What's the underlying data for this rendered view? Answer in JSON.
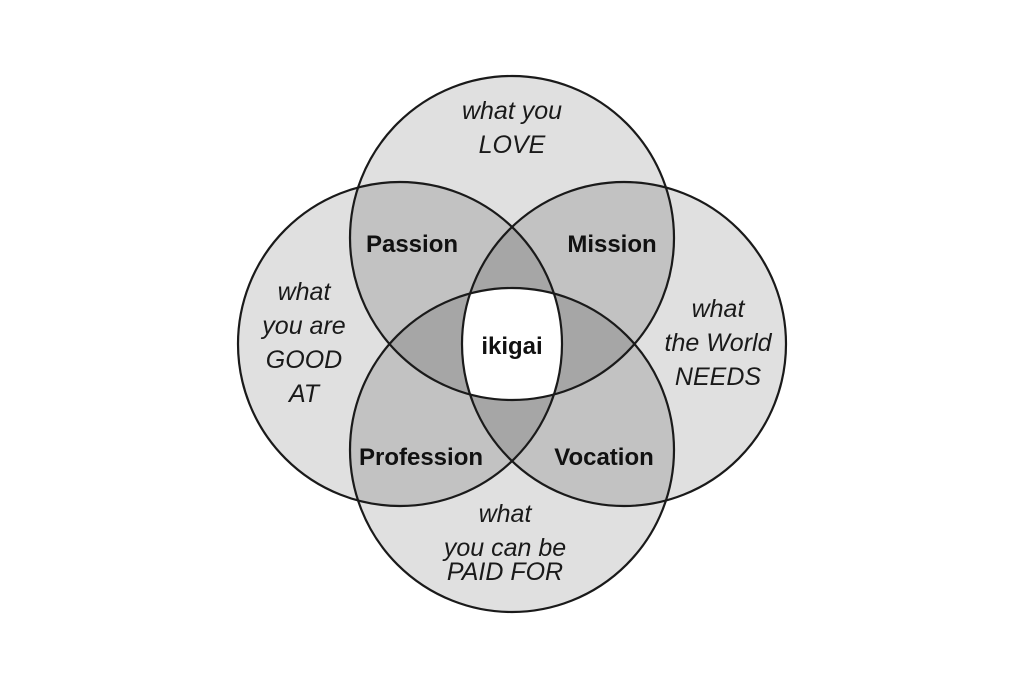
{
  "colors": {
    "background": "#ffffff",
    "single_region": "#e0e0e0",
    "double_overlap": "#c2c2c2",
    "triple_overlap": "#a6a6a6",
    "center": "#ffffff",
    "outline": "#1a1a1a"
  },
  "circles": {
    "top": {
      "lines": [
        "what you",
        "LOVE"
      ]
    },
    "left": {
      "lines": [
        "what",
        "you are",
        "GOOD",
        "AT"
      ]
    },
    "right": {
      "lines": [
        "what",
        "the World",
        "NEEDS"
      ]
    },
    "bottom": {
      "lines": [
        "what",
        "you can be",
        "PAID FOR"
      ]
    }
  },
  "overlaps": {
    "top_left": "Passion",
    "top_right": "Mission",
    "bottom_left": "Profession",
    "bottom_right": "Vocation"
  },
  "center": "ikigai"
}
